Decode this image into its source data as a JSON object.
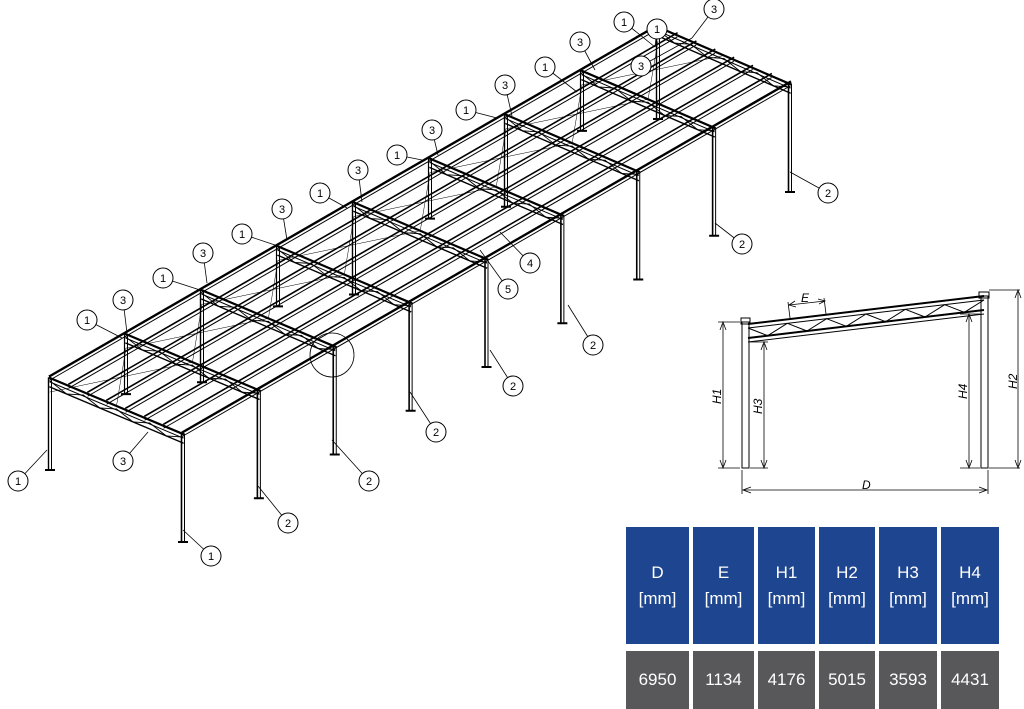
{
  "callouts": [
    {
      "label": "1"
    },
    {
      "label": "3"
    },
    {
      "label": "3"
    },
    {
      "label": "1"
    },
    {
      "label": "3"
    },
    {
      "label": "1"
    },
    {
      "label": "3"
    },
    {
      "label": "1"
    },
    {
      "label": "3"
    },
    {
      "label": "1"
    },
    {
      "label": "3"
    },
    {
      "label": "1"
    },
    {
      "label": "3"
    },
    {
      "label": "1"
    },
    {
      "label": "3"
    },
    {
      "label": "1"
    },
    {
      "label": "3"
    },
    {
      "label": "1"
    },
    {
      "label": "1"
    },
    {
      "label": "3"
    },
    {
      "label": "2"
    },
    {
      "label": "2"
    },
    {
      "label": "4"
    },
    {
      "label": "5"
    },
    {
      "label": "2"
    },
    {
      "label": "2"
    },
    {
      "label": "2"
    },
    {
      "label": "2"
    },
    {
      "label": "2"
    },
    {
      "label": "1"
    }
  ],
  "elevation": {
    "labels": {
      "E": "E",
      "H1": "H1",
      "H3": "H3",
      "H4": "H4",
      "H2": "H2",
      "D": "D"
    }
  },
  "table": {
    "headers": [
      {
        "name": "D",
        "unit": "[mm]"
      },
      {
        "name": "E",
        "unit": "[mm]"
      },
      {
        "name": "H1",
        "unit": "[mm]"
      },
      {
        "name": "H2",
        "unit": "[mm]"
      },
      {
        "name": "H3",
        "unit": "[mm]"
      },
      {
        "name": "H4",
        "unit": "[mm]"
      }
    ],
    "values": [
      "6950",
      "1134",
      "4176",
      "5015",
      "3593",
      "4431"
    ]
  },
  "colors": {
    "header_bg": "#1e4690",
    "value_bg": "#58585a",
    "text": "#ffffff"
  }
}
